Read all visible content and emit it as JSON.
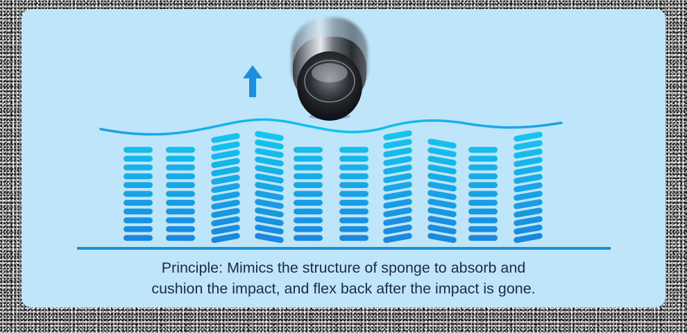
{
  "caption": {
    "line1": "Principle: Mimics the structure of sponge to absorb and",
    "line2": "cushion the impact, and flex back after the impact is gone."
  },
  "icons": {
    "arrow": "up-arrow-icon",
    "object": "falling-cylinder"
  },
  "colors": {
    "panel_bg": "#bfe5fb",
    "bar_top": "#14c8f0",
    "bar_bottom": "#1b86dd",
    "wave_line": "#1aa6e6",
    "base_line": "#1a8fd6",
    "arrow": "#1a8ee0",
    "caption_text": "#1b2a4a"
  }
}
